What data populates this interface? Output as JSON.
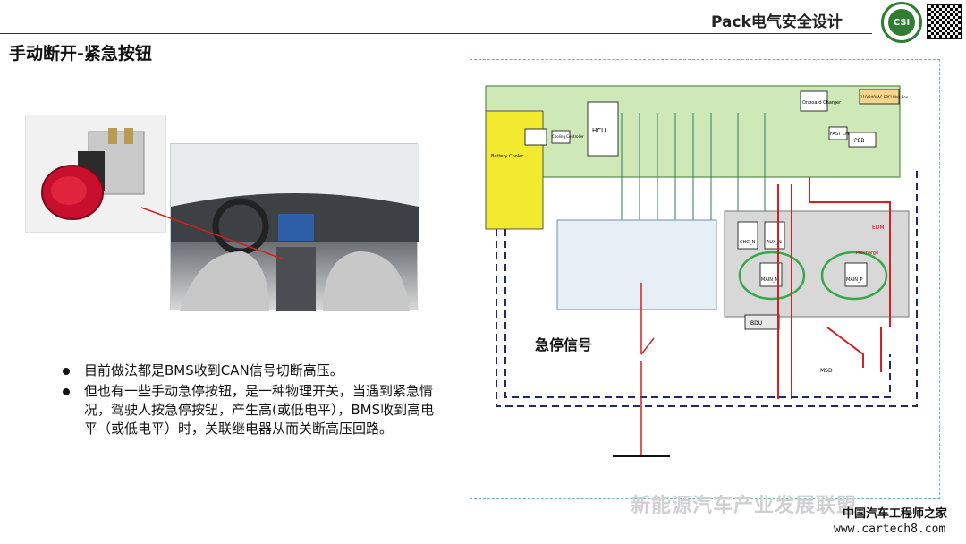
{
  "header": {
    "title": "Pack电气安全设计",
    "logo_text": "CSI"
  },
  "slide": {
    "title": "手动断开-紧急按钮"
  },
  "bullets": [
    "目前做法都是BMS收到CAN信号切断高压。",
    "但也有一些手动急停按钮，是一种物理开关，当遇到紧急情况，驾驶人按急停按钮，产生高(或低电平），BMS收到高电平（或低电平）时，关联继电器从而关断高压回路。"
  ],
  "diagram": {
    "estop_label": "急停信号",
    "blocks": {
      "hcu": "HCU",
      "obc": "Onboard Charger",
      "ac_box": "110/240VAC EPCI Wall Box",
      "fast_chg": "FAST CHG",
      "peb": "PEB",
      "battery_cooler": "Battery Cooler",
      "cooling_controller": "Cooling Controller",
      "bdu": "BDU",
      "edm": "EDM",
      "msd": "MSD",
      "chg_n": "CHG_N",
      "aux_n": "AUX_N",
      "main_n": "MAIN_N",
      "main_p": "MAIN_P",
      "precharge": "Precharge"
    }
  },
  "footer": {
    "watermark": "新能源汽车产业发展联盟",
    "site_cn": "中国汽车工程师之家",
    "site_url": "www.cartech8.com"
  }
}
